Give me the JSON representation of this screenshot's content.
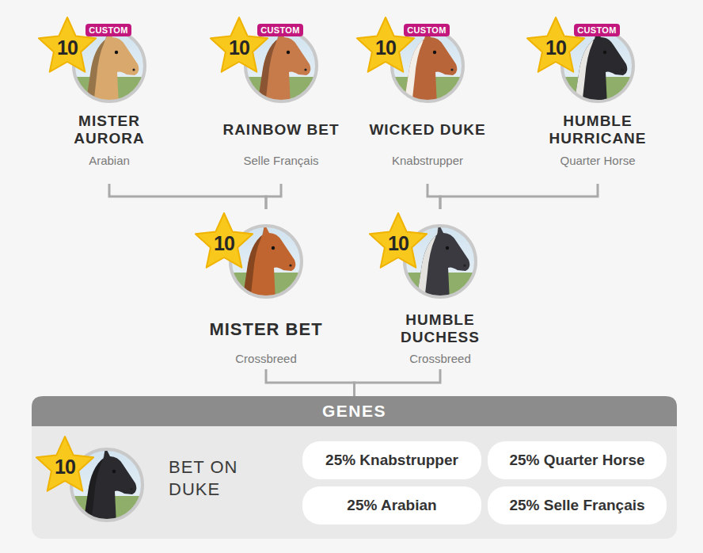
{
  "diagram": {
    "nodes": [
      {
        "text": [
          "10",
          "CUSTOM",
          "MISTER AURORA",
          "Arabian"
        ]
      },
      {
        "text": [
          "10",
          "CUSTOM",
          "RAINBOW BET",
          "Selle Français"
        ]
      },
      {
        "text": [
          "10",
          "CUSTOM",
          "WICKED DUKE",
          "Knabstrupper"
        ]
      },
      {
        "text": [
          "10",
          "CUSTOM",
          "HUMBLE HURRICANE",
          "Quarter Horse"
        ]
      },
      {
        "text": [
          "10",
          "MISTER BET",
          "Crossbreed"
        ]
      },
      {
        "text": [
          "10",
          "HUMBLE DUCHESS",
          "Crossbreed"
        ]
      },
      {
        "text": [
          "GENES"
        ]
      },
      {
        "text": [
          "10",
          "BET ON DUKE"
        ],
        "in": 6
      },
      {
        "text": [
          "25% Knabstrupper"
        ],
        "in": 6
      },
      {
        "text": [
          "25% Quarter Horse"
        ],
        "in": 6
      },
      {
        "text": [
          "25% Arabian"
        ],
        "in": 6
      },
      {
        "text": [
          "25% Selle Français"
        ],
        "in": 6
      }
    ],
    "edges": [
      {
        "from": 0,
        "to": 4,
        "arrow": "none"
      },
      {
        "from": 1,
        "to": 4,
        "arrow": "none"
      },
      {
        "from": 2,
        "to": 5,
        "arrow": "none"
      },
      {
        "from": 3,
        "to": 5,
        "arrow": "none"
      },
      {
        "from": 4,
        "to": 6,
        "arrow": "none"
      },
      {
        "from": 5,
        "to": 6,
        "arrow": "none"
      }
    ]
  }
}
